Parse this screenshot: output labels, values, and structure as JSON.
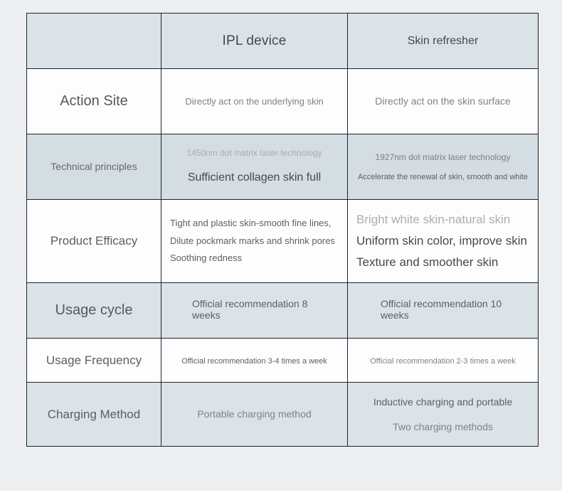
{
  "table": {
    "columns": [
      "",
      "IPL device",
      "Skin refresher"
    ],
    "header": {
      "blank": "",
      "col1": "IPL device",
      "col2": "Skin refresher"
    },
    "rows": [
      {
        "label": "Action Site",
        "ipl": [
          "Directly act on the underlying skin"
        ],
        "skin": [
          "Directly act on the skin surface"
        ]
      },
      {
        "label": "Technical principles",
        "ipl": [
          "1450nm dot matrix laser technology",
          "Sufficient collagen skin full"
        ],
        "skin": [
          "1927nm dot matrix laser technology",
          "Accelerate the renewal of skin, smooth and white"
        ]
      },
      {
        "label": "Product Efficacy",
        "ipl": [
          "Tight and plastic skin-smooth fine lines,",
          "Dilute pockmark marks and shrink pores",
          "Soothing redness"
        ],
        "skin": [
          "Bright white skin-natural skin",
          "Uniform skin color, improve skin",
          "Texture and smoother skin"
        ]
      },
      {
        "label": "Usage cycle",
        "ipl": [
          "Official recommendation 8 weeks"
        ],
        "skin": [
          "Official recommendation 10 weeks"
        ]
      },
      {
        "label": "Usage Frequency",
        "ipl": [
          "Official recommendation 3-4 times a week"
        ],
        "skin": [
          "Official recommendation 2-3 times a week"
        ]
      },
      {
        "label": "Charging Method",
        "ipl": [
          "Portable charging method"
        ],
        "skin": [
          "Inductive charging and portable",
          "Two charging methods"
        ]
      }
    ]
  },
  "colors": {
    "page_background": "#eceef0",
    "band_tint": "#dce3e7",
    "band_tint_deep": "#d3dde2",
    "band_plain": "#fdfdfd",
    "border": "#1b2430",
    "text_dark": "#45494e",
    "text_mid": "#7d8287",
    "text_light": "#a9adb1"
  }
}
